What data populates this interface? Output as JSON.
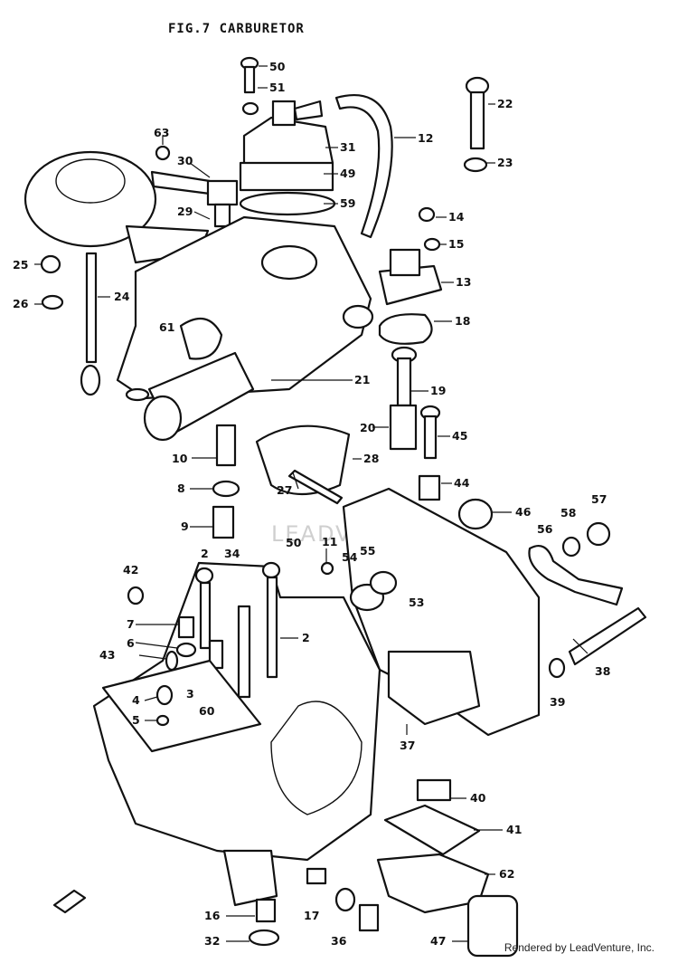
{
  "figure": {
    "title": "FIG.7  CARBURETOR"
  },
  "watermark": "LEADVENTURE",
  "credit": "Rendered by LeadVenture, Inc.",
  "callouts": [
    {
      "id": "50",
      "label": "50"
    },
    {
      "id": "51",
      "label": "51"
    },
    {
      "id": "22",
      "label": "22"
    },
    {
      "id": "12",
      "label": "12"
    },
    {
      "id": "31",
      "label": "31"
    },
    {
      "id": "49",
      "label": "49"
    },
    {
      "id": "59",
      "label": "59"
    },
    {
      "id": "23",
      "label": "23"
    },
    {
      "id": "63",
      "label": "63"
    },
    {
      "id": "30",
      "label": "30"
    },
    {
      "id": "29",
      "label": "29"
    },
    {
      "id": "14",
      "label": "14"
    },
    {
      "id": "15",
      "label": "15"
    },
    {
      "id": "13",
      "label": "13"
    },
    {
      "id": "25",
      "label": "25"
    },
    {
      "id": "26",
      "label": "26"
    },
    {
      "id": "24",
      "label": "24"
    },
    {
      "id": "61",
      "label": "61"
    },
    {
      "id": "18",
      "label": "18"
    },
    {
      "id": "21",
      "label": "21"
    },
    {
      "id": "19",
      "label": "19"
    },
    {
      "id": "20",
      "label": "20"
    },
    {
      "id": "45",
      "label": "45"
    },
    {
      "id": "10",
      "label": "10"
    },
    {
      "id": "28",
      "label": "28"
    },
    {
      "id": "8",
      "label": "8"
    },
    {
      "id": "27",
      "label": "27"
    },
    {
      "id": "44",
      "label": "44"
    },
    {
      "id": "46",
      "label": "46"
    },
    {
      "id": "57",
      "label": "57"
    },
    {
      "id": "58",
      "label": "58"
    },
    {
      "id": "56",
      "label": "56"
    },
    {
      "id": "9",
      "label": "9"
    },
    {
      "id": "2a",
      "label": "2"
    },
    {
      "id": "34",
      "label": "34"
    },
    {
      "id": "50b",
      "label": "50"
    },
    {
      "id": "11",
      "label": "11"
    },
    {
      "id": "54",
      "label": "54"
    },
    {
      "id": "55",
      "label": "55"
    },
    {
      "id": "42",
      "label": "42"
    },
    {
      "id": "53",
      "label": "53"
    },
    {
      "id": "7",
      "label": "7"
    },
    {
      "id": "2b",
      "label": "2"
    },
    {
      "id": "6",
      "label": "6"
    },
    {
      "id": "43",
      "label": "43"
    },
    {
      "id": "3",
      "label": "3"
    },
    {
      "id": "38",
      "label": "38"
    },
    {
      "id": "4",
      "label": "4"
    },
    {
      "id": "60",
      "label": "60"
    },
    {
      "id": "39",
      "label": "39"
    },
    {
      "id": "5",
      "label": "5"
    },
    {
      "id": "37",
      "label": "37"
    },
    {
      "id": "40",
      "label": "40"
    },
    {
      "id": "41",
      "label": "41"
    },
    {
      "id": "62",
      "label": "62"
    },
    {
      "id": "16",
      "label": "16"
    },
    {
      "id": "17",
      "label": "17"
    },
    {
      "id": "32",
      "label": "32"
    },
    {
      "id": "36",
      "label": "36"
    },
    {
      "id": "47",
      "label": "47"
    }
  ]
}
